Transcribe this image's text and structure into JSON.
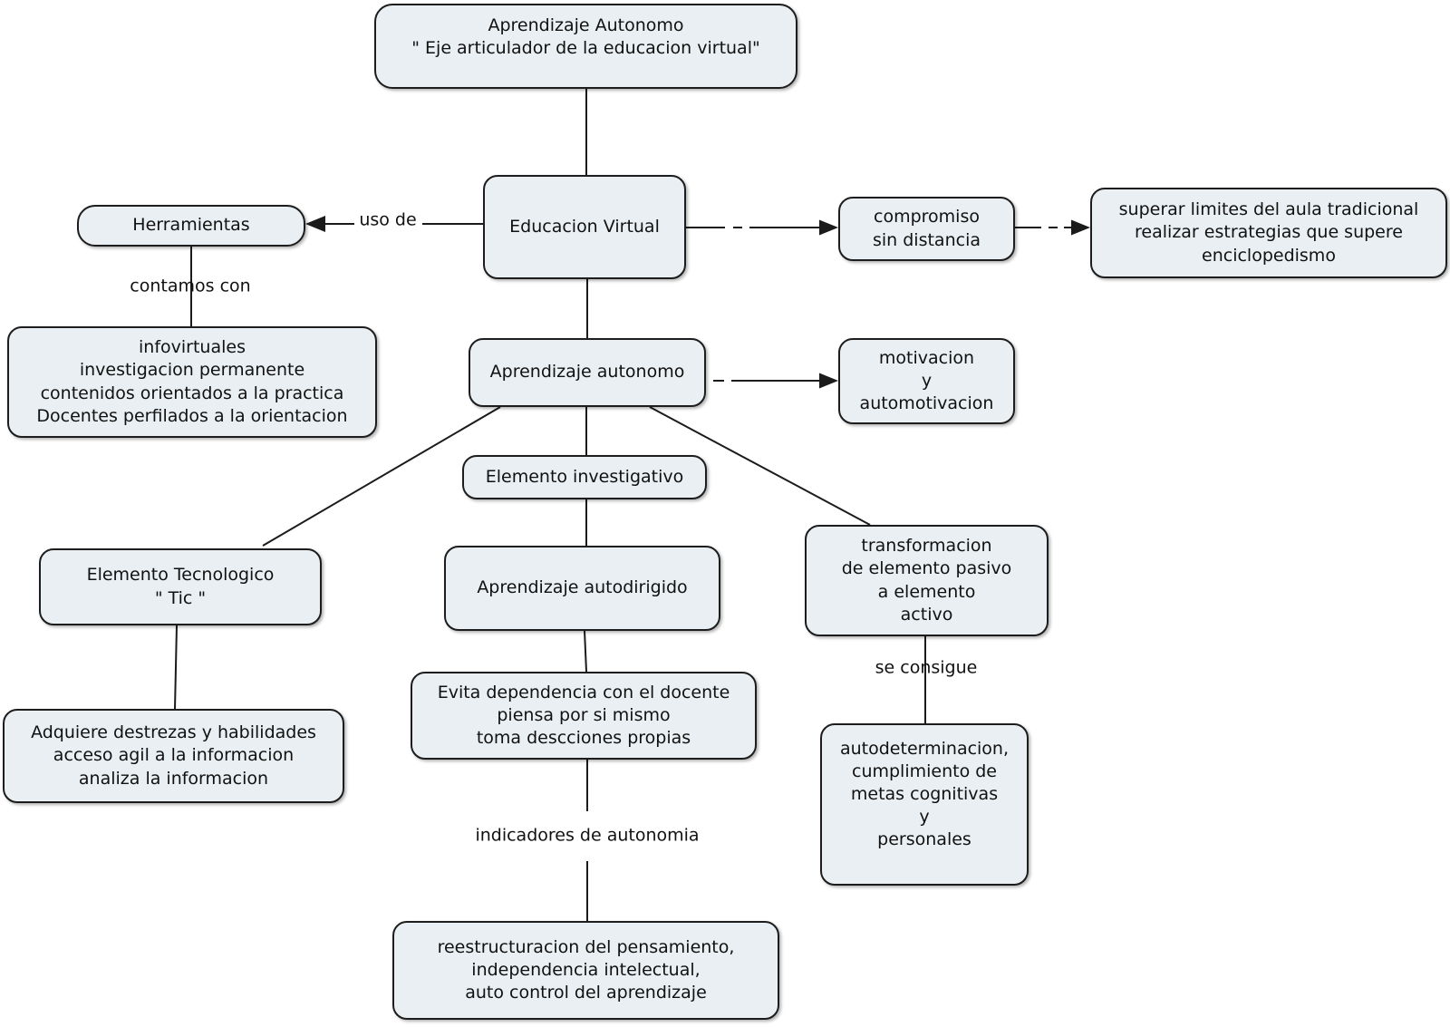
{
  "diagram_type": "concept-map",
  "colors": {
    "node_fill": "#e9eff2",
    "node_border": "#1d1d1d",
    "line": "#1b1b1b",
    "text": "#111111",
    "background": "#ffffff"
  },
  "nodes": {
    "root": {
      "text": "Aprendizaje Autonomo\n\" Eje articulador de la educacion virtual\""
    },
    "educacion_virtual": {
      "text": "Educacion Virtual"
    },
    "herramientas": {
      "text": "Herramientas"
    },
    "compromiso": {
      "text": "compromiso\nsin distancia"
    },
    "superar": {
      "text": "superar limites del aula tradicional\nrealizar estrategias que supere\nenciclopedismo"
    },
    "infovirtuales": {
      "text": "infovirtuales\ninvestigacion permanente\ncontenidos orientados a la practica\nDocentes perfilados a la orientacion"
    },
    "aprendizaje_autonomo": {
      "text": "Aprendizaje autonomo"
    },
    "motivacion": {
      "text": "motivacion\ny\nautomotivacion"
    },
    "elemento_investigativo": {
      "text": "Elemento investigativo"
    },
    "elemento_tecnologico": {
      "text": "Elemento Tecnologico\n\" Tic \""
    },
    "aprendizaje_autodirigido": {
      "text": "Aprendizaje autodirigido"
    },
    "transformacion": {
      "text": "transformacion\nde elemento pasivo\na elemento\nactivo"
    },
    "adquiere": {
      "text": "Adquiere destrezas y habilidades\nacceso agil a la informacion\nanaliza la informacion"
    },
    "evita": {
      "text": "Evita dependencia con el docente\npiensa por si mismo\ntoma descciones propias"
    },
    "autodeterminacion": {
      "text": "autodeterminacion,\ncumplimiento de\nmetas cognitivas\ny\npersonales"
    },
    "reestructuracion": {
      "text": "reestructuracion del pensamiento,\nindependencia intelectual,\nauto control del aprendizaje"
    }
  },
  "link_labels": {
    "uso_de": "uso de",
    "contamos_con": "contamos con",
    "se_consigue": "se consigue",
    "indicadores_de_autonomia": "indicadores de autonomia"
  }
}
